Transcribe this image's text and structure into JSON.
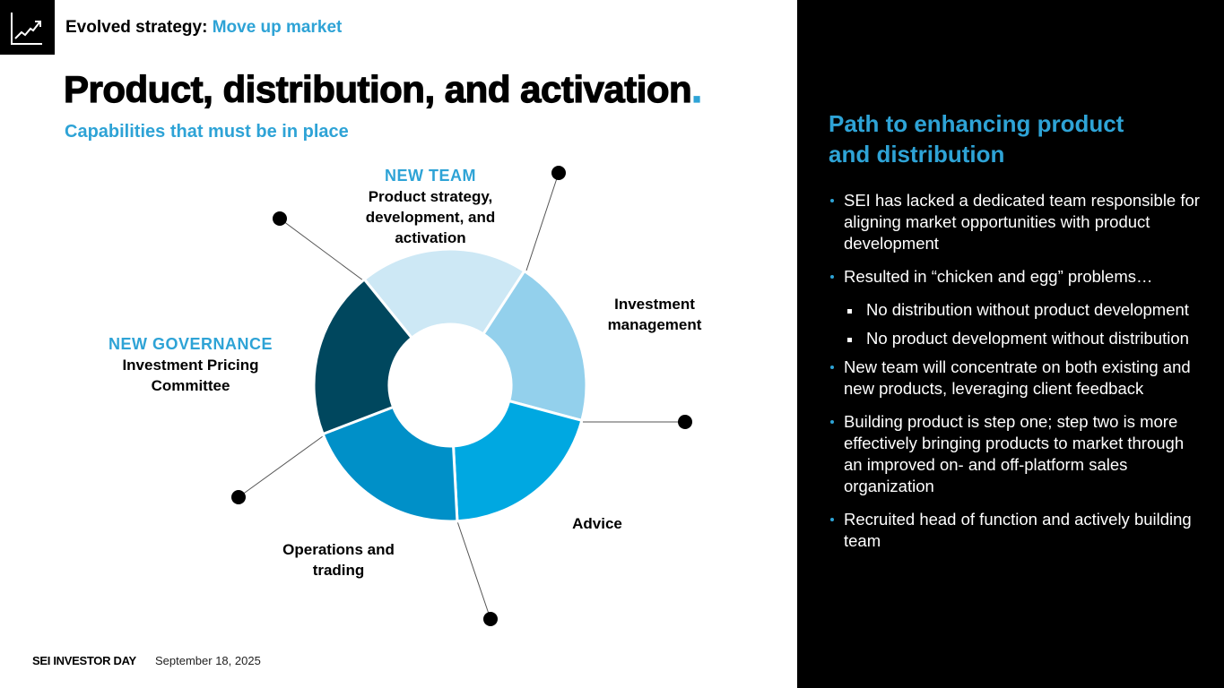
{
  "header": {
    "kicker_prefix": "Evolved strategy:",
    "kicker_accent": "Move up market",
    "title": "Product, distribution, and activation",
    "title_period": ".",
    "subtitle": "Capabilities that must be in place",
    "icon": "trend-chart-icon"
  },
  "diagram": {
    "segments": [
      {
        "name": "product-strategy",
        "color": "#cde8f5"
      },
      {
        "name": "investment-management",
        "color": "#93d0ec"
      },
      {
        "name": "advice",
        "color": "#00a8e1"
      },
      {
        "name": "operations-and-trading",
        "color": "#0090c8"
      },
      {
        "name": "investment-pricing-committee",
        "color": "#00475e"
      }
    ],
    "labels": {
      "new_team_tag": "NEW TEAM",
      "new_team": "Product strategy, development, and activation",
      "investment_management": "Investment management",
      "advice": "Advice",
      "operations": "Operations and trading",
      "new_governance_tag": "NEW GOVERNANCE",
      "new_governance": "Investment Pricing Committee"
    }
  },
  "footer": {
    "brand": "SEI INVESTOR DAY",
    "date": "September 18, 2025"
  },
  "panel": {
    "title": "Path to enhancing product and distribution",
    "bullets": [
      "SEI has lacked a dedicated team responsible for aligning market opportunities with product development",
      "Resulted in “chicken and egg” problems…",
      "New team will concentrate on both existing and new products, leveraging client feedback",
      "Building product is step one; step two is more effectively bringing products to market through an improved on- and off-platform sales organization",
      "Recruited head of function and actively building team"
    ],
    "sub_bullets": [
      "No distribution without product development",
      "No product development without distribution"
    ]
  },
  "colors": {
    "accent": "#2ea3d6",
    "panel_bg": "#000000"
  }
}
